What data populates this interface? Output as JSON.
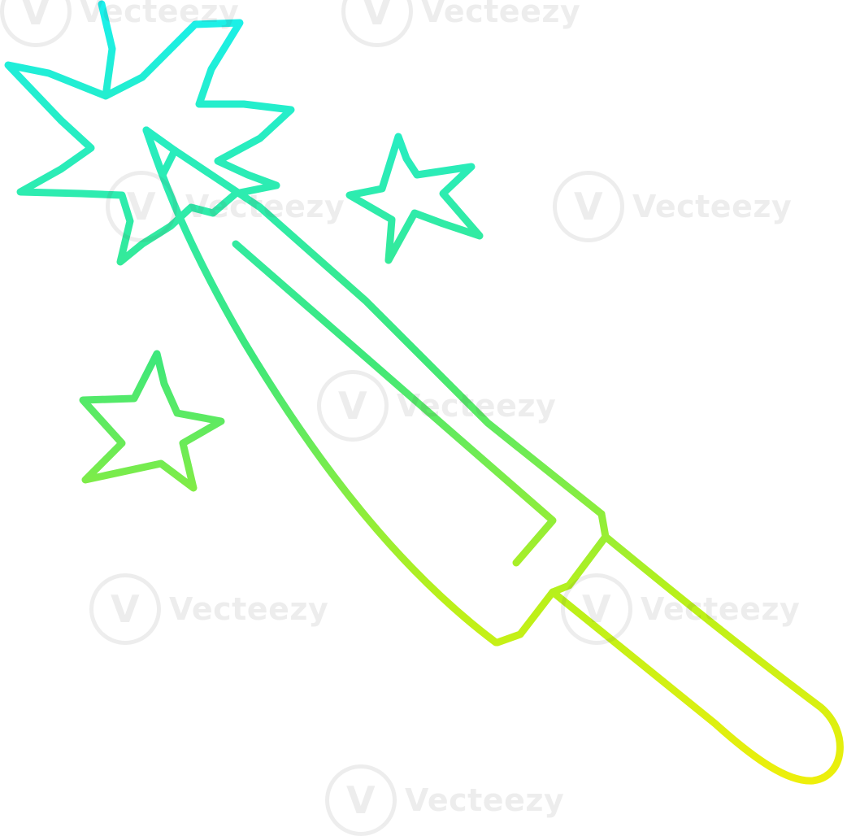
{
  "image": {
    "subject": "cartoon knife with sparkle stars",
    "style": "single-line drawing with vertical gradient",
    "gradient_colors": {
      "top": "#19f0ee",
      "middle": "#3ee87a",
      "lower": "#b9f01a",
      "bottom": "#f2ef0a"
    },
    "background": "#ffffff"
  },
  "watermark": {
    "text": "Vecteezy",
    "logo_glyph": "V",
    "color": "#555555"
  }
}
